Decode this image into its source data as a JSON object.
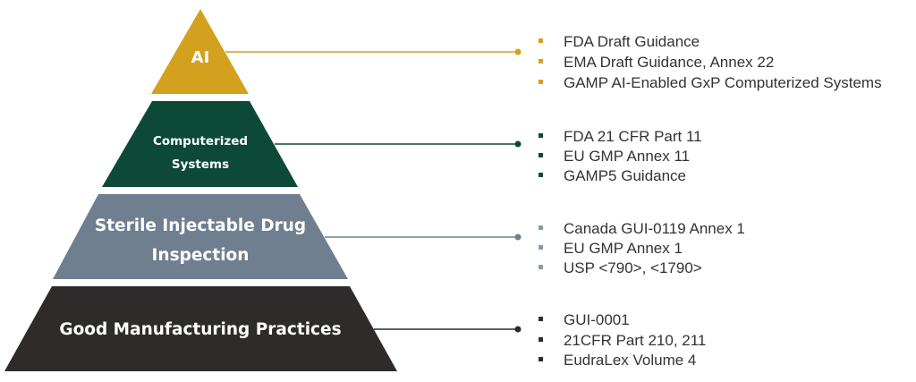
{
  "colors": {
    "ai": "#D4A11F",
    "computerized": "#0C4A37",
    "sterile": "#6F7F90",
    "gmp": "#2F2B2B"
  },
  "tiers": [
    {
      "key": "ai",
      "label_lines": [
        "AI"
      ],
      "items": [
        "FDA Draft Guidance",
        "EMA Draft Guidance, Annex 22",
        "GAMP AI-Enabled GxP Computerized Systems"
      ]
    },
    {
      "key": "computerized",
      "label_lines": [
        "Computerized",
        "Systems"
      ],
      "items": [
        "FDA 21 CFR Part 11",
        "EU GMP Annex 11",
        "GAMP5 Guidance"
      ]
    },
    {
      "key": "sterile",
      "label_lines": [
        "Sterile Injectable Drug",
        "Inspection"
      ],
      "items": [
        "Canada GUI-0119 Annex 1",
        "EU GMP Annex 1",
        "USP <790>, <1790>"
      ]
    },
    {
      "key": "gmp",
      "label_lines": [
        "Good Manufacturing Practices"
      ],
      "items": [
        "GUI-0001",
        "21CFR Part 210, 211",
        "EudraLex Volume 4"
      ]
    }
  ]
}
